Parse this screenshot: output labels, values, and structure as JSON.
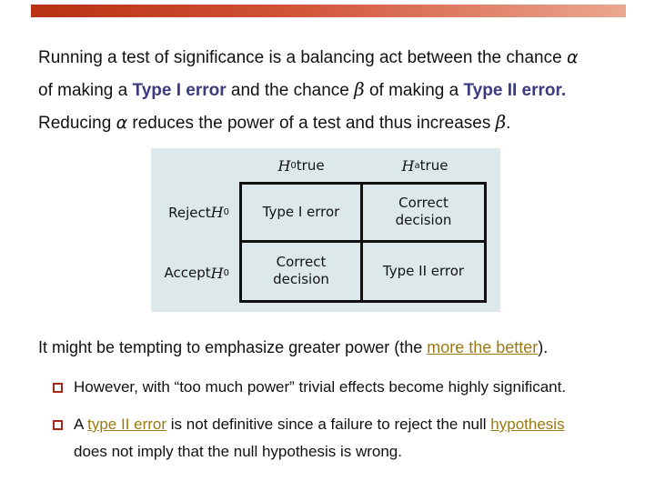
{
  "accent_bar": {
    "color_left": "#b93012",
    "color_right": "#eaa88f"
  },
  "colors": {
    "navy_emphasis": "#3b3b80",
    "link_gold": "#9a7a14",
    "bullet_red": "#a5281b",
    "figure_bg": "#dce8ea"
  },
  "intro": {
    "line1": {
      "t1": "Running a test of significance is a balancing act between the chance ",
      "alpha": "α"
    },
    "line2": {
      "t1": "of making a ",
      "type1": "Type I error",
      "t2": " and the chance ",
      "beta": "β",
      "t3": " of making a ",
      "type2": "Type II error."
    },
    "line3": {
      "t1": "Reducing ",
      "alpha": "α",
      "t2": " reduces the power of a test and thus increases ",
      "beta": "β",
      "t3": "."
    }
  },
  "figure": {
    "headers": [
      {
        "h": "H",
        "sub": "0",
        "tail": " true"
      },
      {
        "h": "H",
        "sub": "a",
        "tail": " true"
      }
    ],
    "rows": [
      {
        "label": "Reject ",
        "h": "H",
        "sub": "0"
      },
      {
        "label": "Accept ",
        "h": "H",
        "sub": "0"
      }
    ],
    "cells": {
      "r0c0": "Type I error",
      "r0c1": "Correct decision",
      "r1c0": "Correct decision",
      "r1c1": "Type II error"
    }
  },
  "tempting": {
    "t1": "It might be tempting to emphasize greater power (the ",
    "link": "more the better",
    "t2": ")."
  },
  "bullets": [
    {
      "t1": "However, with “too much power” trivial effects become highly significant."
    },
    {
      "t1": "A ",
      "link1": "type II error",
      "t2": " is not definitive since a failure to reject the null ",
      "link2": "hypothesis",
      "t3": "does not imply that the null hypothesis is wrong."
    }
  ]
}
